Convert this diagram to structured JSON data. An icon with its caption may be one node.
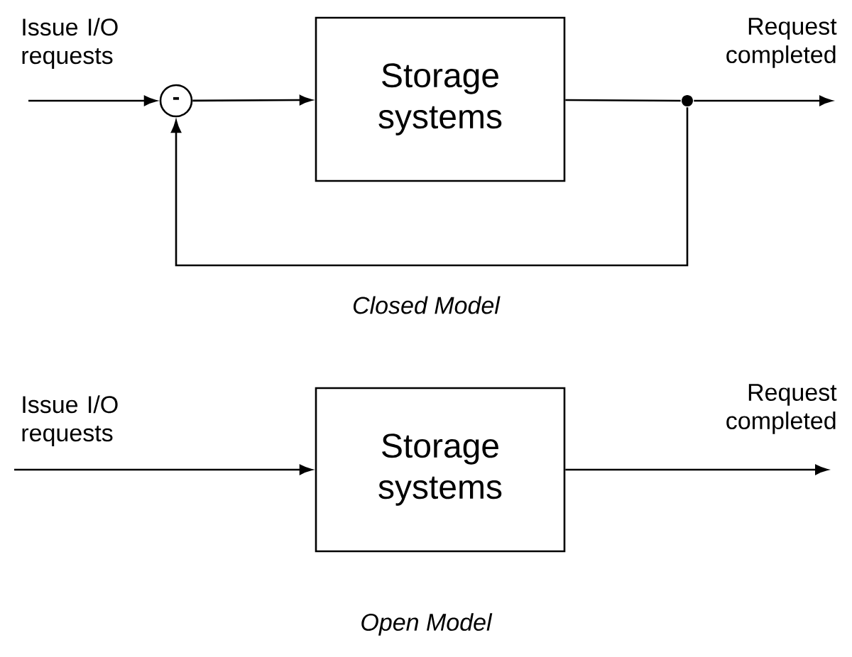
{
  "diagram": {
    "nodes": [
      {
        "text": [
          "-"
        ]
      },
      {
        "text": [
          "Storage systems"
        ]
      },
      {
        "text": [],
        "shape": "circle"
      },
      {
        "text": [
          "Storage systems"
        ]
      }
    ],
    "edges": [
      {
        "from": null,
        "to": 0,
        "arrow": "to"
      },
      {
        "from": 0,
        "to": 1,
        "arrow": "to"
      },
      {
        "from": 1,
        "to": 2,
        "arrow": "none"
      },
      {
        "from": 2,
        "to": null,
        "arrow": "to"
      },
      {
        "from": 2,
        "to": 0,
        "arrow": "to"
      },
      {
        "from": null,
        "to": 3,
        "arrow": "to"
      },
      {
        "from": 3,
        "to": null,
        "arrow": "to"
      }
    ],
    "labels": [
      "Issue I/O requests",
      "Request completed",
      "Closed Model",
      "Issue I/O requests",
      "Request completed",
      "Open Model"
    ]
  }
}
